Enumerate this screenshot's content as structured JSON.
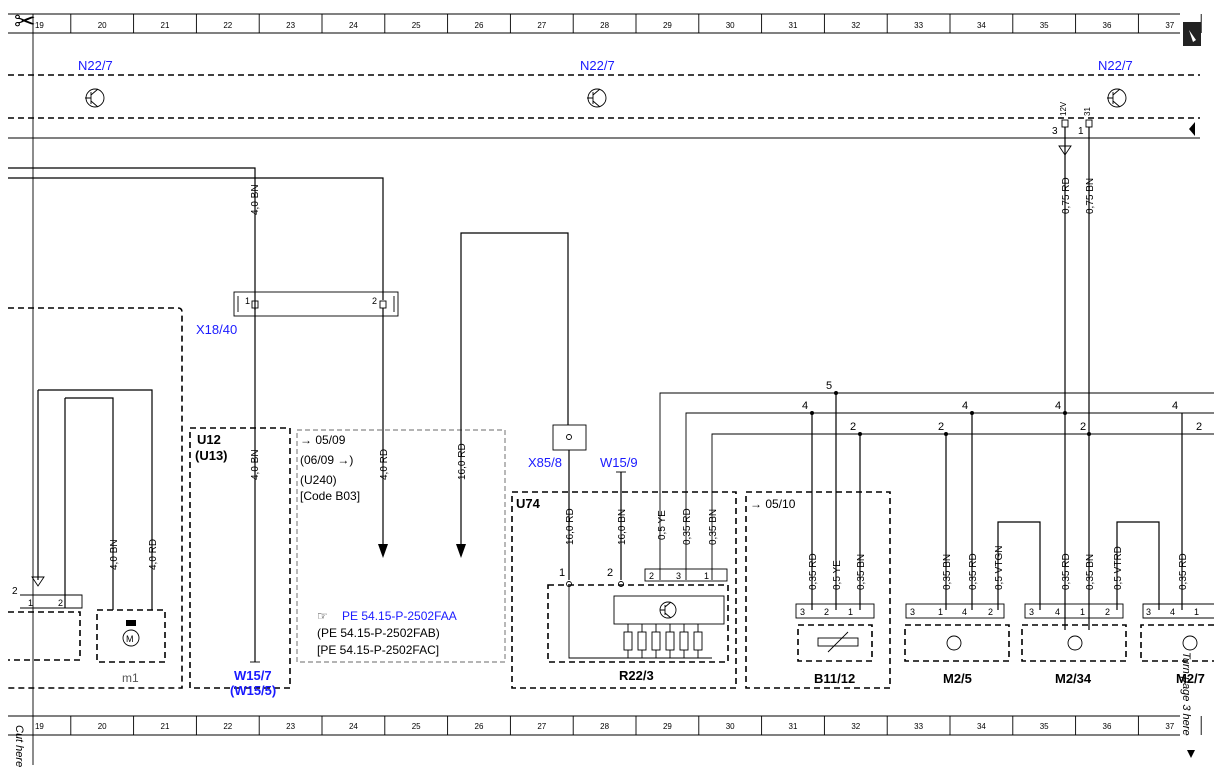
{
  "grid_numbers": [
    "19",
    "20",
    "21",
    "22",
    "23",
    "24",
    "25",
    "26",
    "27",
    "28",
    "29",
    "30",
    "31",
    "32",
    "33",
    "34",
    "35",
    "36",
    "37"
  ],
  "cut_here": "Cut here",
  "turn_page": "Turn page 3 here",
  "n22_label": "N22/7",
  "pin_12v": "12V",
  "pin_31": "31",
  "top_pins": [
    "3",
    "1"
  ],
  "top_wires": [
    "0,75 RD",
    "0,75 BN"
  ],
  "x18": {
    "label": "X18/40",
    "pin1": "1",
    "pin2": "2"
  },
  "u12": {
    "line1": "U12",
    "line2": "(U13)"
  },
  "w157": {
    "line1": "W15/7",
    "line2": "(W15/5)"
  },
  "note_box": {
    "l1": "→ 05/09",
    "l2": "(06/09 →)",
    "l3": "(U240)",
    "l4": "[Code B03]"
  },
  "pe_refs": [
    "PE 54.15-P-2502FAA",
    "(PE 54.15-P-2502FAB)",
    "[PE 54.15-P-2502FAC]"
  ],
  "x85": "X85/8",
  "w159": "W15/9",
  "u74": "U74",
  "r223": "R22/3",
  "r223_pins": [
    "1",
    "2",
    "2",
    "3",
    "1"
  ],
  "b1112": {
    "label": "B11/12",
    "note": "→ 05/10",
    "pins": [
      "3",
      "2",
      "1"
    ]
  },
  "m25": {
    "label": "M2/5",
    "pins": [
      "3",
      "1",
      "4",
      "2"
    ]
  },
  "m234": {
    "label": "M2/34",
    "pins": [
      "3",
      "4",
      "1",
      "2"
    ]
  },
  "m27": {
    "label": "M2/7",
    "pins": [
      "3",
      "4",
      "1"
    ]
  },
  "m1": {
    "label": "m1"
  },
  "left_pins": [
    "2",
    "1",
    "2"
  ],
  "bus_nums": [
    "5",
    "4",
    "4",
    "4",
    "4",
    "2",
    "2",
    "2",
    "2"
  ],
  "wires": {
    "w_40bn_left": "4,0 BN",
    "w_40rd_left": "4,0 RD",
    "w_40bn_u12": "4,0 BN",
    "w_40rd_note": "4,0 RD",
    "w_160rd_note": "16,0 RD",
    "r_160rd": "16,0 RD",
    "r_160bn": "16,0 BN",
    "r_05ye": "0,5 YE",
    "r_035rd": "0,35 RD",
    "r_035bn": "0,35 BN",
    "b_035rd": "0,35 RD",
    "b_05ye": "0,5 YE",
    "b_035bn": "0,35 BN",
    "m25_035bn": "0,35 BN",
    "m25_035rd": "0,35 RD",
    "m25_05vtgn": "0,5 VTGN",
    "m234_035rd": "0,35 RD",
    "m234_035bn": "0,35 BN",
    "m234_05vtrd": "0,5 VTRD",
    "m27_035rd": "0,35 RD"
  }
}
